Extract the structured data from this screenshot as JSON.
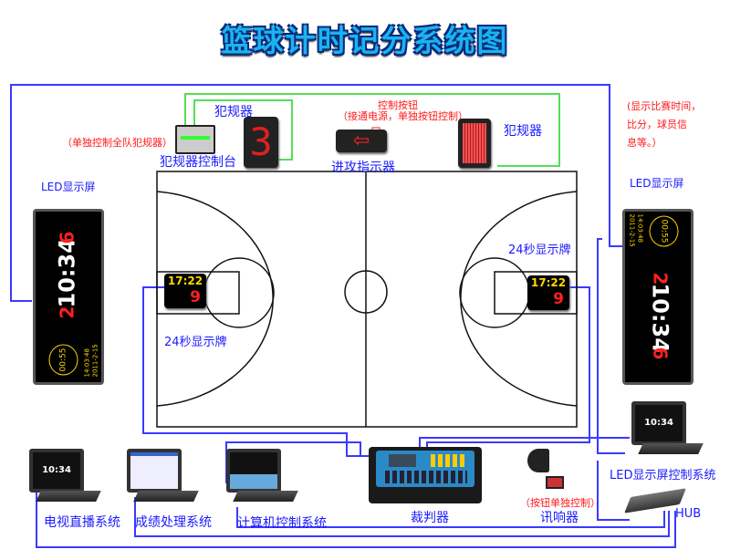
{
  "title": "篮球计时记分系统图",
  "labels": {
    "foul_indicator_top": "犯规器",
    "foul_indicator_right": "犯规器",
    "foul_console": "犯规器控制台",
    "possession_arrow": "进攻指示器",
    "control_button": "控制按钮",
    "led_left": "LED显示屏",
    "led_right": "LED显示屏",
    "shot_clock_left": "24秒显示牌",
    "shot_clock_right": "24秒显示牌",
    "tv_broadcast": "电视直播系统",
    "results_processing": "成绩处理系统",
    "computer_control": "计算机控制系统",
    "referee_console": "裁判器",
    "buzzer": "讯响器",
    "led_control": "LED显示屏控制系统",
    "hub": "HUB"
  },
  "notes": {
    "foul_console": "（单独控制全队犯规器）",
    "control_button": "（接通电源，单独按钮控制）",
    "led_info_1": "(显示比赛时间，",
    "led_info_2": "比分，球员信",
    "led_info_3": "息等。）",
    "buzzer": "（按钮单独控制）"
  },
  "led_screen": {
    "game_time": "10:34",
    "score_home": "2",
    "score_away": "6",
    "shot_time": "00:55",
    "clock": "14:03:48",
    "date": "2011-2-15"
  },
  "shot_clock": {
    "time": "17:22",
    "seconds": "9"
  },
  "colors": {
    "wire_blue": "#3a3aff",
    "wire_green": "#55dd55",
    "label_blue": "#1a1aff",
    "note_red": "#ff1a1a",
    "led_red": "#ff2020"
  }
}
